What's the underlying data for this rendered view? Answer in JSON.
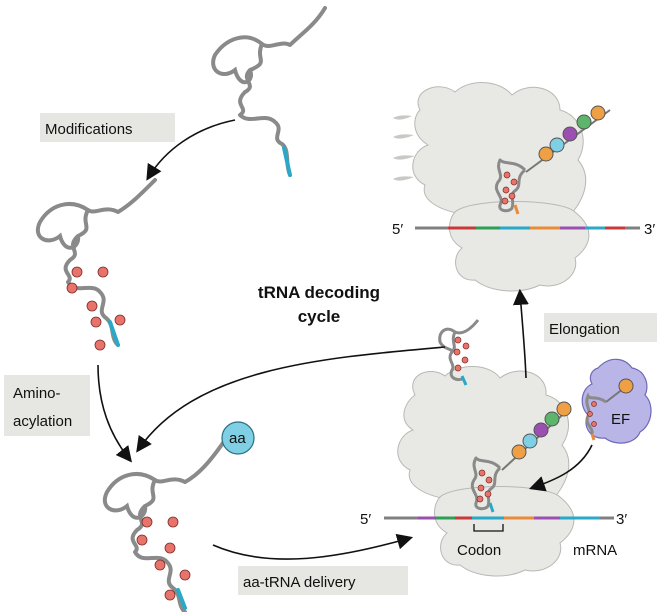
{
  "title_line1": "tRNA decoding",
  "title_line2": "cycle",
  "steps": {
    "modifications": "Modifications",
    "amino_line1": "Amino-",
    "amino_line2": "acylation",
    "delivery": "aa-tRNA delivery",
    "elongation": "Elongation"
  },
  "labels": {
    "aa": "aa",
    "ef": "EF",
    "codon": "Codon",
    "mrna": "mRNA",
    "five_prime_top": "5′",
    "three_prime_top": "3′",
    "five_prime_bottom": "5′",
    "three_prime_bottom": "3′"
  },
  "colors": {
    "trna": "#808080",
    "anticodon": "#29a9c7",
    "modification": "#e8736a",
    "ribosome": "#e8e8e4",
    "ef_factor": "#b9b5e6",
    "aa_ball": "#7fd0e4",
    "label_box": "#e6e6e2",
    "mrna_segments": [
      "#c83a3a",
      "#2e9e57",
      "#29a9c7",
      "#e98c3a",
      "#9b4fb0",
      "#29a9c7",
      "#c83a3a"
    ],
    "peptide_chain": [
      "#f0a044",
      "#9b4fb0",
      "#5cb56a",
      "#7fd0e4",
      "#f0a044"
    ]
  }
}
